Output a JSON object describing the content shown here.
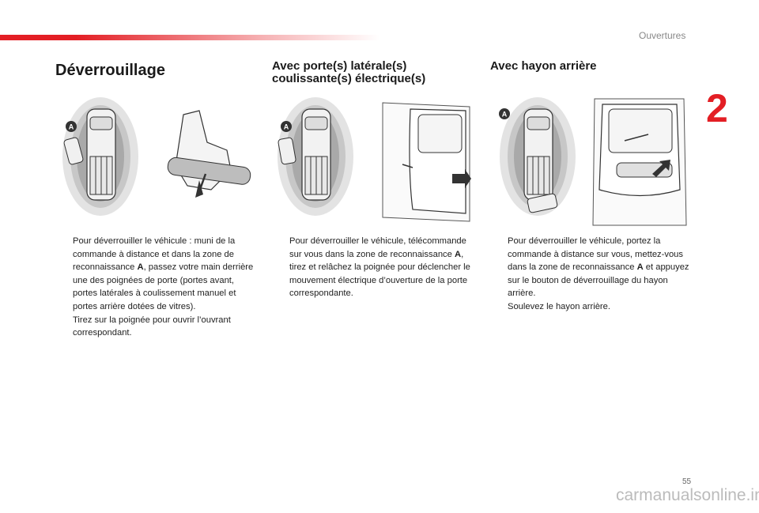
{
  "header": {
    "section": "Ouvertures",
    "chapter_number": "2"
  },
  "columns": [
    {
      "title": "Déverrouillage",
      "bullets": [
        [
          "Pour déverrouiller le véhicule : muni de la commande à distance et dans la zone de reconnaissance ",
          "A",
          ", passez votre main derrière une des poignées de porte (portes avant, portes latérales à coulissement manuel et portes arrière dotées de vitres)."
        ],
        [
          "Tirez sur la poignée pour ouvrir l’ouvrant correspondant.",
          "",
          ""
        ]
      ]
    },
    {
      "title": "Avec porte(s) latérale(s) coulissante(s) électrique(s)",
      "bullets": [
        [
          "Pour déverrouiller le véhicule, télécommande sur vous dans la zone de reconnaissance ",
          "A",
          ", tirez et relâchez la poignée pour déclencher le mouvement électrique d’ouverture de la porte correspondante."
        ]
      ]
    },
    {
      "title": "Avec hayon arrière",
      "bullets": [
        [
          "Pour déverrouiller le véhicule, portez la commande à distance sur vous, mettez-vous dans la zone de reconnaissance ",
          "A",
          " et appuyez sur le bouton de déverrouillage du hayon arrière."
        ],
        [
          "Soulevez le hayon arrière.",
          "",
          ""
        ]
      ]
    }
  ],
  "figures": {
    "marker_label": "A"
  },
  "bullet_glyph": "",
  "footer": {
    "page_number": "55",
    "watermark": "carmanualsonline.info"
  },
  "colors": {
    "accent": "#e31e24"
  }
}
